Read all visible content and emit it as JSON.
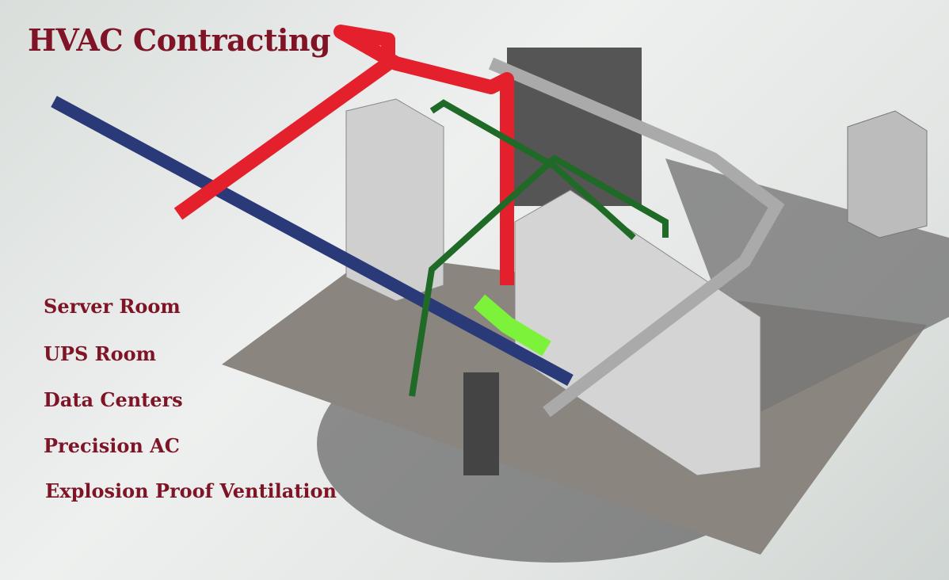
{
  "title": "HVAC Contracting",
  "services": [
    "Server Room",
    "UPS Room",
    "Data Centers",
    "Precision AC",
    "Explosion Proof  Ventilation"
  ],
  "colors": {
    "text": "#7f1426",
    "supply_duct": "#e3202b",
    "return_duct": "#2a3a78",
    "pipe": "#1f6a26",
    "flex_duct": "#7cf23a"
  }
}
